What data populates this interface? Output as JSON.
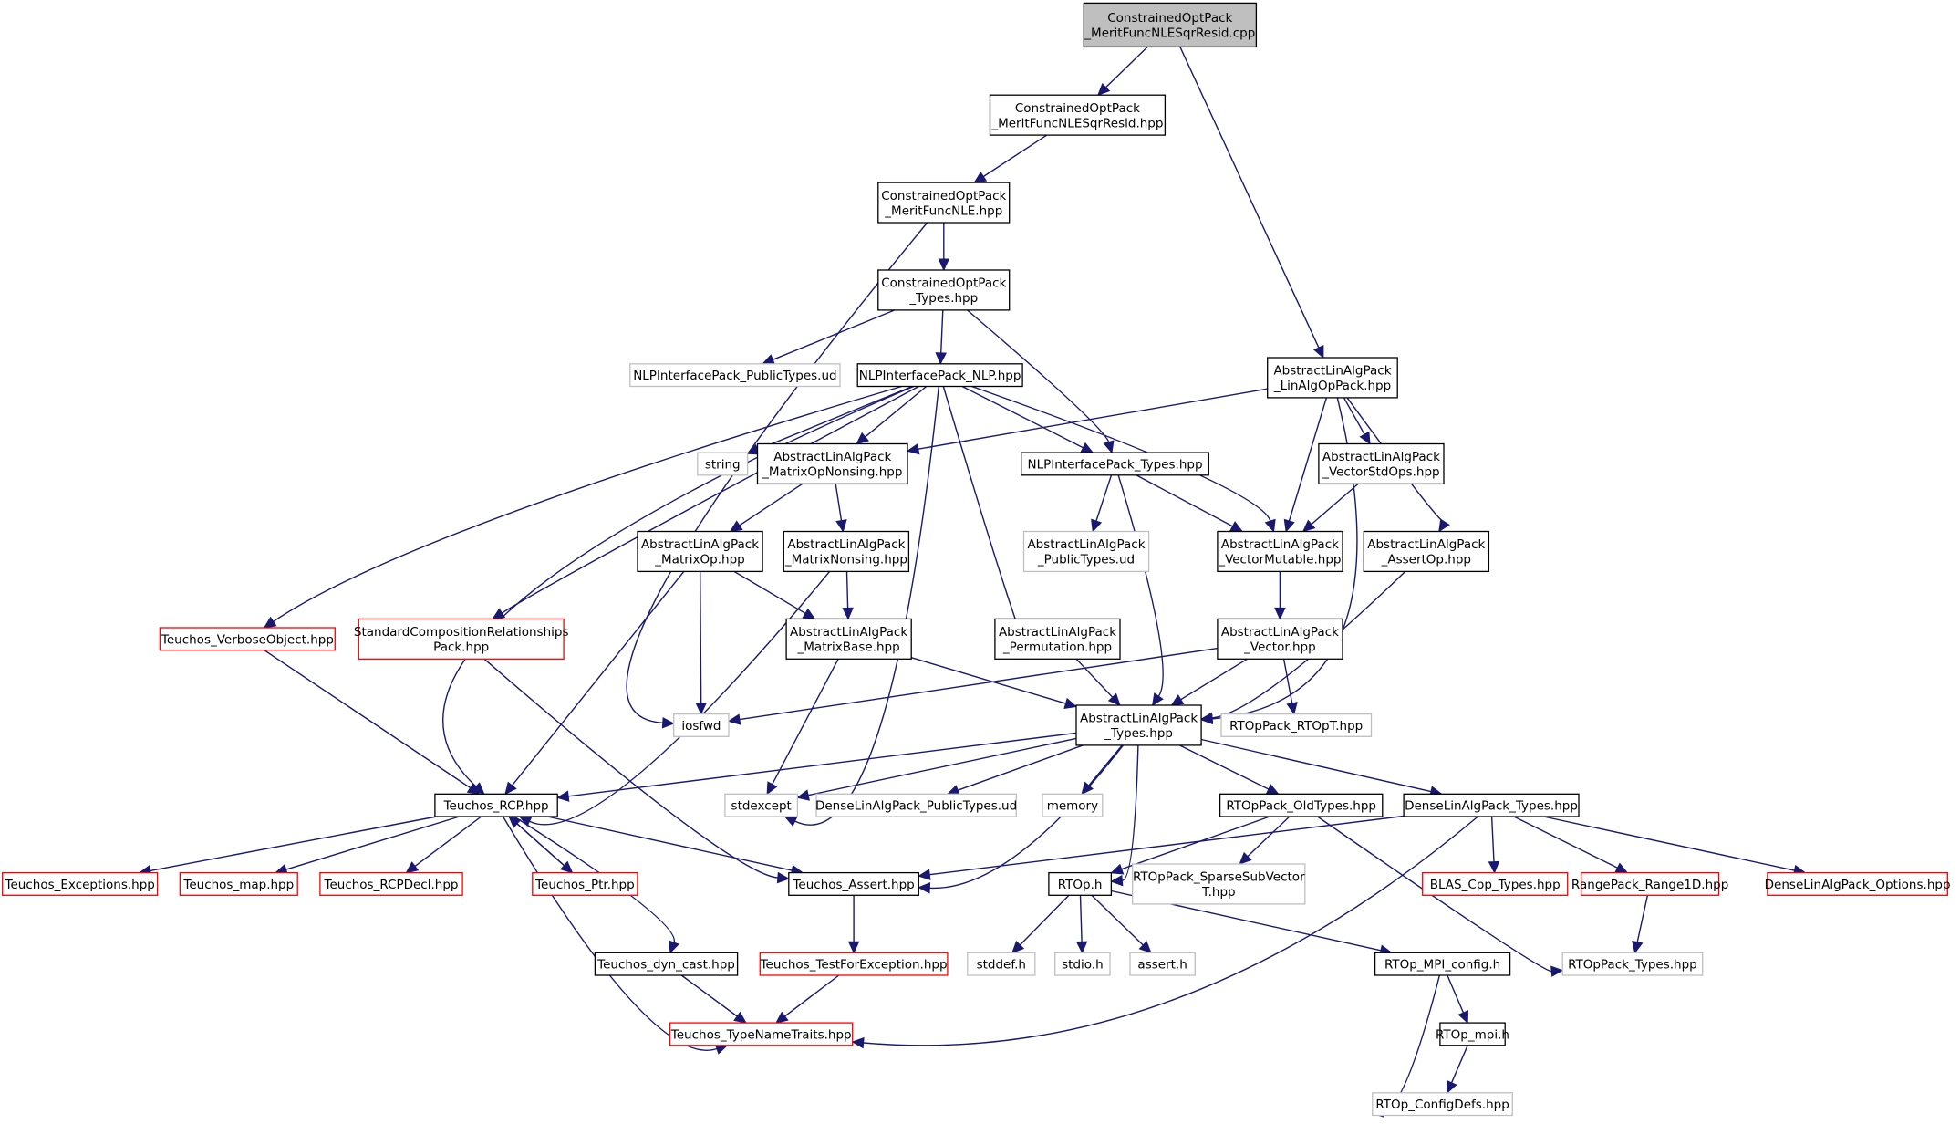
{
  "colors": {
    "edge": "#191970",
    "default_border": "#000000",
    "missing_border": "#bfbfbf",
    "truncated_border": "#ff0000",
    "root_fill": "#bfbfbf",
    "node_fill": "#ffffff"
  },
  "nodes": [
    {
      "id": "cpp",
      "lines": [
        "ConstrainedOptPack",
        "_MeritFuncNLESqrResid.cpp"
      ],
      "kind": "root"
    },
    {
      "id": "hpp_resid",
      "lines": [
        "ConstrainedOptPack",
        "_MeritFuncNLESqrResid.hpp"
      ],
      "kind": "normal"
    },
    {
      "id": "hpp_nle",
      "lines": [
        "ConstrainedOptPack",
        "_MeritFuncNLE.hpp"
      ],
      "kind": "normal"
    },
    {
      "id": "cop_types",
      "lines": [
        "ConstrainedOptPack",
        "_Types.hpp"
      ],
      "kind": "normal"
    },
    {
      "id": "nlp_pubtypes",
      "lines": [
        "NLPInterfacePack_PublicTypes.ud"
      ],
      "kind": "missing"
    },
    {
      "id": "nlp",
      "lines": [
        "NLPInterfacePack_NLP.hpp"
      ],
      "kind": "normal"
    },
    {
      "id": "linalgop",
      "lines": [
        "AbstractLinAlgPack",
        "_LinAlgOpPack.hpp"
      ],
      "kind": "normal"
    },
    {
      "id": "string",
      "lines": [
        "string"
      ],
      "kind": "missing"
    },
    {
      "id": "matopnons",
      "lines": [
        "AbstractLinAlgPack",
        "_MatrixOpNonsing.hpp"
      ],
      "kind": "normal"
    },
    {
      "id": "nlp_types",
      "lines": [
        "NLPInterfacePack_Types.hpp"
      ],
      "kind": "normal"
    },
    {
      "id": "vecstdops",
      "lines": [
        "AbstractLinAlgPack",
        "_VectorStdOps.hpp"
      ],
      "kind": "normal"
    },
    {
      "id": "matop",
      "lines": [
        "AbstractLinAlgPack",
        "_MatrixOp.hpp"
      ],
      "kind": "normal"
    },
    {
      "id": "matnons",
      "lines": [
        "AbstractLinAlgPack",
        "_MatrixNonsing.hpp"
      ],
      "kind": "normal"
    },
    {
      "id": "alap_pubtypes",
      "lines": [
        "AbstractLinAlgPack",
        "_PublicTypes.ud"
      ],
      "kind": "missing"
    },
    {
      "id": "vecmut",
      "lines": [
        "AbstractLinAlgPack",
        "_VectorMutable.hpp"
      ],
      "kind": "normal"
    },
    {
      "id": "assertop",
      "lines": [
        "AbstractLinAlgPack",
        "_AssertOp.hpp"
      ],
      "kind": "normal"
    },
    {
      "id": "verbose",
      "lines": [
        "Teuchos_VerboseObject.hpp"
      ],
      "kind": "truncated"
    },
    {
      "id": "stdcomp",
      "lines": [
        "StandardCompositionRelationships",
        "Pack.hpp"
      ],
      "kind": "truncated"
    },
    {
      "id": "matbase",
      "lines": [
        "AbstractLinAlgPack",
        "_MatrixBase.hpp"
      ],
      "kind": "normal"
    },
    {
      "id": "perm",
      "lines": [
        "AbstractLinAlgPack",
        "_Permutation.hpp"
      ],
      "kind": "normal"
    },
    {
      "id": "vector",
      "lines": [
        "AbstractLinAlgPack",
        "_Vector.hpp"
      ],
      "kind": "normal"
    },
    {
      "id": "iosfwd",
      "lines": [
        "iosfwd"
      ],
      "kind": "missing"
    },
    {
      "id": "alap_types",
      "lines": [
        "AbstractLinAlgPack",
        "_Types.hpp"
      ],
      "kind": "normal"
    },
    {
      "id": "roptt",
      "lines": [
        "RTOpPack_RTOpT.hpp"
      ],
      "kind": "missing"
    },
    {
      "id": "rcp",
      "lines": [
        "Teuchos_RCP.hpp"
      ],
      "kind": "normal"
    },
    {
      "id": "stdexcept",
      "lines": [
        "stdexcept"
      ],
      "kind": "missing"
    },
    {
      "id": "dla_pubtypes",
      "lines": [
        "DenseLinAlgPack_PublicTypes.ud"
      ],
      "kind": "missing"
    },
    {
      "id": "memory",
      "lines": [
        "memory"
      ],
      "kind": "missing"
    },
    {
      "id": "rtop_oldtypes",
      "lines": [
        "RTOpPack_OldTypes.hpp"
      ],
      "kind": "normal"
    },
    {
      "id": "dla_types",
      "lines": [
        "DenseLinAlgPack_Types.hpp"
      ],
      "kind": "normal"
    },
    {
      "id": "exceptions",
      "lines": [
        "Teuchos_Exceptions.hpp"
      ],
      "kind": "truncated"
    },
    {
      "id": "tmap",
      "lines": [
        "Teuchos_map.hpp"
      ],
      "kind": "truncated"
    },
    {
      "id": "rcpdecl",
      "lines": [
        "Teuchos_RCPDecl.hpp"
      ],
      "kind": "truncated"
    },
    {
      "id": "ptr",
      "lines": [
        "Teuchos_Ptr.hpp"
      ],
      "kind": "truncated"
    },
    {
      "id": "tassert",
      "lines": [
        "Teuchos_Assert.hpp"
      ],
      "kind": "normal"
    },
    {
      "id": "rtoph",
      "lines": [
        "RTOp.h"
      ],
      "kind": "normal"
    },
    {
      "id": "sparsesub",
      "lines": [
        "RTOpPack_SparseSubVector",
        "T.hpp"
      ],
      "kind": "missing"
    },
    {
      "id": "blas",
      "lines": [
        "BLAS_Cpp_Types.hpp"
      ],
      "kind": "truncated"
    },
    {
      "id": "range1d",
      "lines": [
        "RangePack_Range1D.hpp"
      ],
      "kind": "truncated"
    },
    {
      "id": "dla_options",
      "lines": [
        "DenseLinAlgPack_Options.hpp"
      ],
      "kind": "truncated"
    },
    {
      "id": "dyncast",
      "lines": [
        "Teuchos_dyn_cast.hpp"
      ],
      "kind": "normal"
    },
    {
      "id": "testforexc",
      "lines": [
        "Teuchos_TestForException.hpp"
      ],
      "kind": "truncated"
    },
    {
      "id": "stddef",
      "lines": [
        "stddef.h"
      ],
      "kind": "missing"
    },
    {
      "id": "stdio",
      "lines": [
        "stdio.h"
      ],
      "kind": "missing"
    },
    {
      "id": "asserth",
      "lines": [
        "assert.h"
      ],
      "kind": "missing"
    },
    {
      "id": "mpiconfig",
      "lines": [
        "RTOp_MPI_config.h"
      ],
      "kind": "normal"
    },
    {
      "id": "rtop_types",
      "lines": [
        "RTOpPack_Types.hpp"
      ],
      "kind": "missing"
    },
    {
      "id": "typenametraits",
      "lines": [
        "Teuchos_TypeNameTraits.hpp"
      ],
      "kind": "truncated"
    },
    {
      "id": "mpih",
      "lines": [
        "RTOp_mpi.h"
      ],
      "kind": "normal"
    },
    {
      "id": "configdefs",
      "lines": [
        "RTOp_ConfigDefs.hpp"
      ],
      "kind": "missing"
    }
  ]
}
